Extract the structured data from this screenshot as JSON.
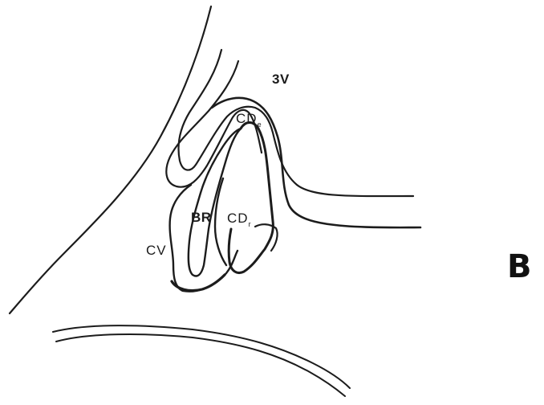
{
  "figure": {
    "panel_letter": "B",
    "labels": {
      "third_ventricle": "3V",
      "cd_top_main": "CD",
      "cd_top_sub": "e",
      "br": "BR",
      "cd_mid_main": "CD",
      "cd_mid_sub": "r",
      "cv": "CV"
    }
  },
  "colors": {
    "line": "#1c1c1c",
    "background": "#ffffff"
  }
}
